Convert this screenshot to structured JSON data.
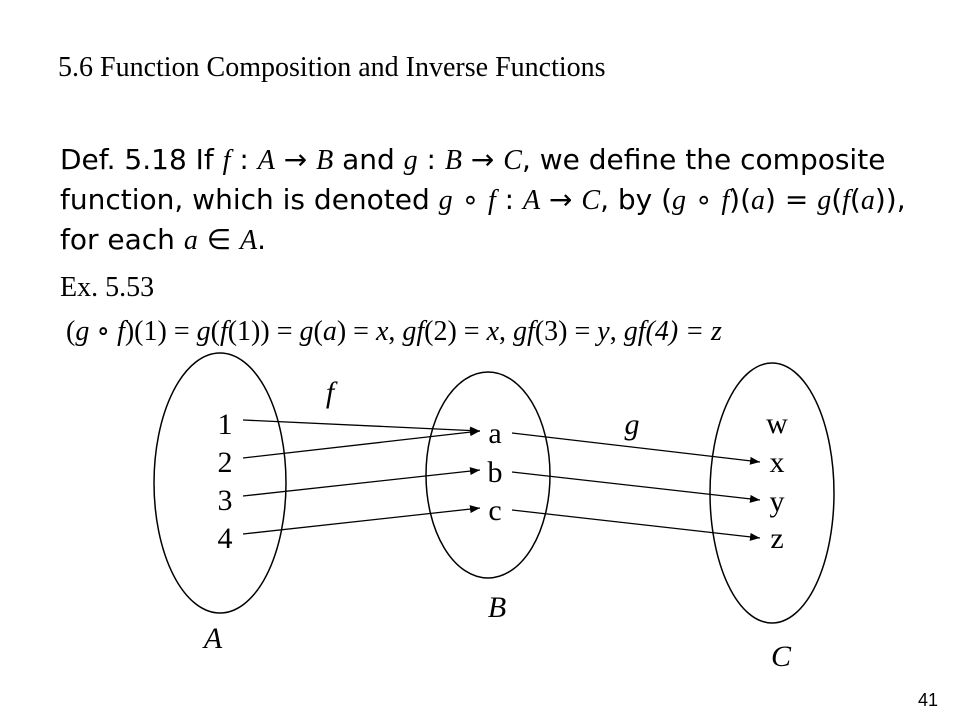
{
  "title": "5.6 Function Composition and Inverse Functions",
  "definition": {
    "lines": [
      [
        "Def. 5.18 If ",
        "f",
        " : ",
        "A",
        " → ",
        "B",
        " and ",
        "g",
        " : ",
        "B",
        " → ",
        "C",
        ", we define the composite"
      ],
      [
        "function, which is denoted ",
        "g",
        " ∘ ",
        "f",
        " : ",
        "A",
        " → ",
        "C",
        ", by (",
        "g",
        " ∘ ",
        "f",
        ")(",
        "a",
        ") = ",
        "g",
        "(",
        "f",
        "(",
        "a",
        ")),"
      ],
      [
        "for each ",
        "a",
        " ∈ ",
        "A",
        "."
      ]
    ]
  },
  "example": {
    "label": "Ex. 5.53",
    "equation": [
      "(",
      "g",
      " ∘ ",
      "f",
      ")(1) = ",
      "g",
      "(",
      "f",
      "(1)) = ",
      "g",
      "(",
      "a",
      ") = ",
      "x",
      ", ",
      "gf",
      "(2) = ",
      "x",
      ", ",
      "gf",
      "(3) = ",
      "y",
      ", ",
      "gf(4) = z"
    ]
  },
  "diagram": {
    "sets": [
      {
        "name": "A",
        "elements": [
          "1",
          "2",
          "3",
          "4"
        ]
      },
      {
        "name": "B",
        "elements": [
          "a",
          "b",
          "c"
        ]
      },
      {
        "name": "C",
        "elements": [
          "w",
          "x",
          "y",
          "z"
        ]
      }
    ],
    "functions": [
      {
        "name": "f",
        "mapping": {
          "1": "a",
          "2": "a",
          "3": "b",
          "4": "c"
        }
      },
      {
        "name": "g",
        "mapping": {
          "a": "x",
          "b": "y",
          "c": "z"
        }
      }
    ]
  },
  "page_number": "41"
}
